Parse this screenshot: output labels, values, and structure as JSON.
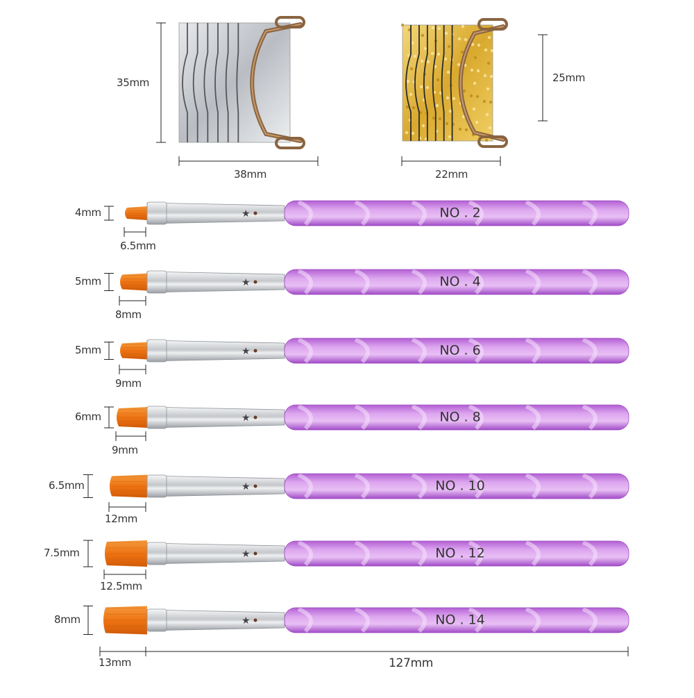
{
  "forms": [
    {
      "name": "silver-nail-form",
      "color": "#c9cdd2",
      "height_label": "35mm",
      "width_label": "38mm"
    },
    {
      "name": "gold-nail-form",
      "color": "#e7c24a",
      "height_label": "25mm",
      "width_label": "22mm"
    }
  ],
  "brushes": [
    {
      "number_label": "NO . 2",
      "height_label": "4mm",
      "length_label": "6.5mm"
    },
    {
      "number_label": "NO . 4",
      "height_label": "5mm",
      "length_label": "8mm"
    },
    {
      "number_label": "NO . 6",
      "height_label": "5mm",
      "length_label": "9mm"
    },
    {
      "number_label": "NO . 8",
      "height_label": "6mm",
      "length_label": "9mm"
    },
    {
      "number_label": "NO . 10",
      "height_label": "6.5mm",
      "length_label": "12mm"
    },
    {
      "number_label": "NO . 12",
      "height_label": "7.5mm",
      "length_label": "12.5mm"
    },
    {
      "number_label": "NO . 14",
      "height_label": "8mm",
      "length_label": "13mm"
    }
  ],
  "total_length_label": "127mm",
  "colors": {
    "bristle": "#f07a16",
    "bristle_dark": "#c8540a",
    "handle": "#c77de0",
    "handle_light": "#ecc6f5",
    "ferrule": "#d9dadc",
    "dimension_line": "#222222"
  }
}
